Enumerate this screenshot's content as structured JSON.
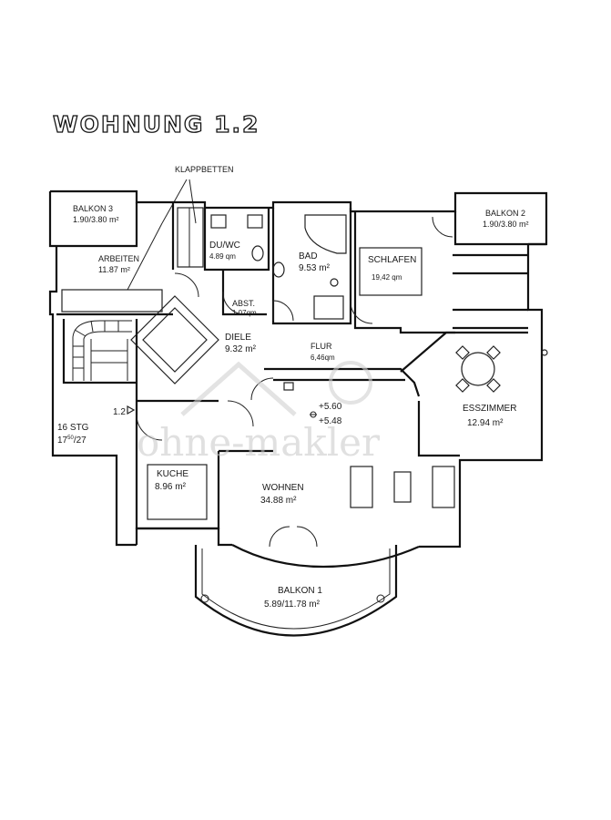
{
  "title": "WOHNUNG 1.2",
  "callout": "KLAPPBETTEN",
  "rooms": {
    "balkon3": {
      "name": "BALKON 3",
      "area": "1.90/3.80 m²"
    },
    "balkon2": {
      "name": "BALKON 2",
      "area": "1.90/3.80 m²"
    },
    "arbeiten": {
      "name": "ARBEITEN",
      "area": "11.87 m²"
    },
    "duwc": {
      "name": "DU/WC",
      "area": "4.89 qm"
    },
    "bad": {
      "name": "BAD",
      "area": "9.53 m²"
    },
    "schlafen": {
      "name": "SCHLAFEN",
      "area": "19,42 qm"
    },
    "abst": {
      "name": "ABST.",
      "area": "1.07qm"
    },
    "diele": {
      "name": "DIELE",
      "area": "9.32 m²"
    },
    "flur": {
      "name": "FLUR",
      "area": "6,46qm"
    },
    "esszimmer": {
      "name": "ESSZIMMER",
      "area": "12.94 m²"
    },
    "kuche": {
      "name": "KUCHE",
      "area": "8.96 m²"
    },
    "wohnen": {
      "name": "WOHNEN",
      "area": "34.88 m²"
    },
    "balkon1": {
      "name": "BALKON 1",
      "area": "5.89/11.78 m²"
    }
  },
  "stair": {
    "label": "16 STG",
    "base": "17",
    "sup": "50",
    "tail": "/27",
    "unit": "1.2"
  },
  "levels": [
    "+5.60",
    "+5.48"
  ],
  "watermark": "ohne-makler"
}
